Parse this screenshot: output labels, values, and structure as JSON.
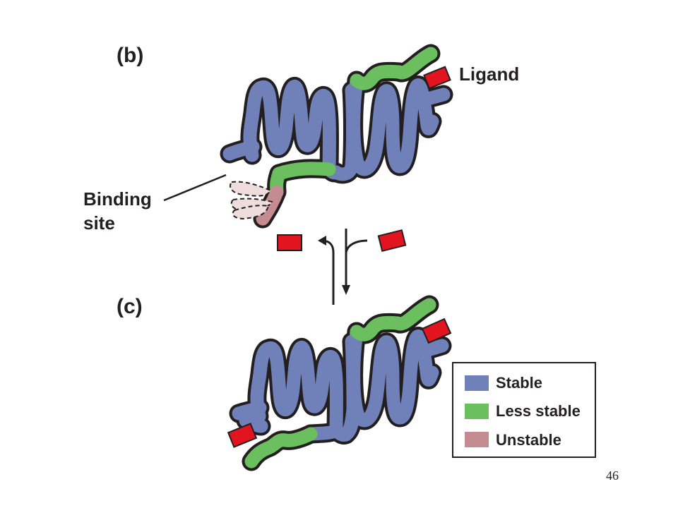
{
  "panel_b": {
    "label": "(b)",
    "ligand_label": "Ligand"
  },
  "panel_c": {
    "label": "(c)"
  },
  "binding_site": {
    "line1": "Binding",
    "line2": "site"
  },
  "legend": {
    "items": [
      {
        "label": "Stable",
        "color": "#7080b8"
      },
      {
        "label": "Less stable",
        "color": "#6cbf5f"
      },
      {
        "label": "Unstable",
        "color": "#c48b91"
      }
    ]
  },
  "colors": {
    "stable": "#7080b8",
    "less_stable": "#6cbf5f",
    "unstable": "#c48b91",
    "unstable_faded": "#efdcdc",
    "ligand": "#e2141f",
    "outline": "#231f20"
  },
  "page_number": "46"
}
